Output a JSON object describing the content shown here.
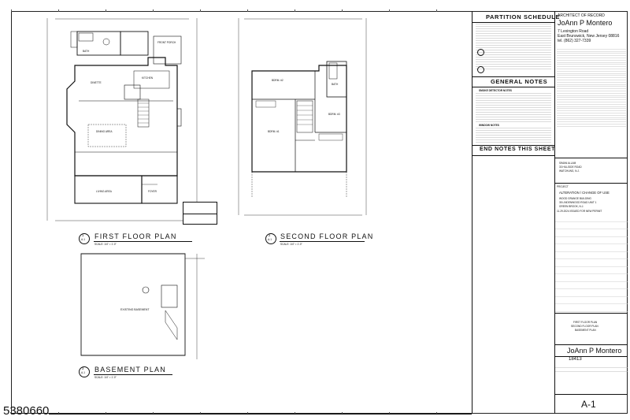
{
  "doc_number": "5380660",
  "plans": {
    "first": {
      "num": "1",
      "sheet": "A-1",
      "title": "FIRST FLOOR PLAN",
      "scale": "SCALE: 1/4\" = 1'-0\""
    },
    "second": {
      "num": "2",
      "sheet": "A-1",
      "title": "SECOND FLOOR PLAN",
      "scale": "SCALE: 1/4\" = 1'-0\""
    },
    "basement": {
      "num": "3",
      "sheet": "A-1",
      "title": "BASEMENT PLAN",
      "scale": "SCALE: 1/4\" = 1'-0\""
    }
  },
  "rooms": {
    "bath": "BATH",
    "foyer_porch": "FRONT PORCH",
    "kitchen": "KITCHEN",
    "dinette": "DINETTE",
    "dining": "DINING AREA",
    "living": "LIVING AREA",
    "foyer": "FOYER",
    "bdrm2": "BDRM. #2",
    "bdrm3": "BDRM. #3",
    "bdrm1": "BDRM. #1",
    "bath2": "BATH",
    "basement": "EXISTING BASEMENT"
  },
  "notes": {
    "partition_schedule": "PARTITION SCHEDULE",
    "general_notes": "GENERAL NOTES",
    "end_notes": "END NOTES THIS SHEET",
    "smoke_heading": "SMOKE DETECTOR NOTES",
    "window_heading": "WINDOW NOTES"
  },
  "title_block": {
    "architect_label": "ARCHITECT OF RECORD",
    "architect_name": "JoAnn P Montero",
    "address1": "7 Lexington Road",
    "address2": "East Brunswick, New Jersey 08816",
    "phone": "tel. (862) 327-7339",
    "project_label": "PROJECT",
    "project_name": "ALTERATION / CHANGE OF USE",
    "project_addr1": "WOOD GRANGE BUILDING",
    "project_addr2": "35 LINDENWOOD ROAD UNIT 1",
    "project_addr3": "GREEN BROOK, N.J.",
    "issue": "11.29.2024 ISSUED FOR NEW PERMIT",
    "owner1": "SIMAN ALLAM",
    "owner2": "33 HILLSIDE ROAD",
    "owner3": "WATCHUNG, N.J.",
    "drawing_title1": "FIRST FLOOR PLAN",
    "drawing_title2": "SECOND FLOOR PLAN",
    "drawing_title3": "BASEMENT PLAN",
    "sign_name": "JoAnn P Montero",
    "license": "18413",
    "sheet_no": "A-1"
  }
}
